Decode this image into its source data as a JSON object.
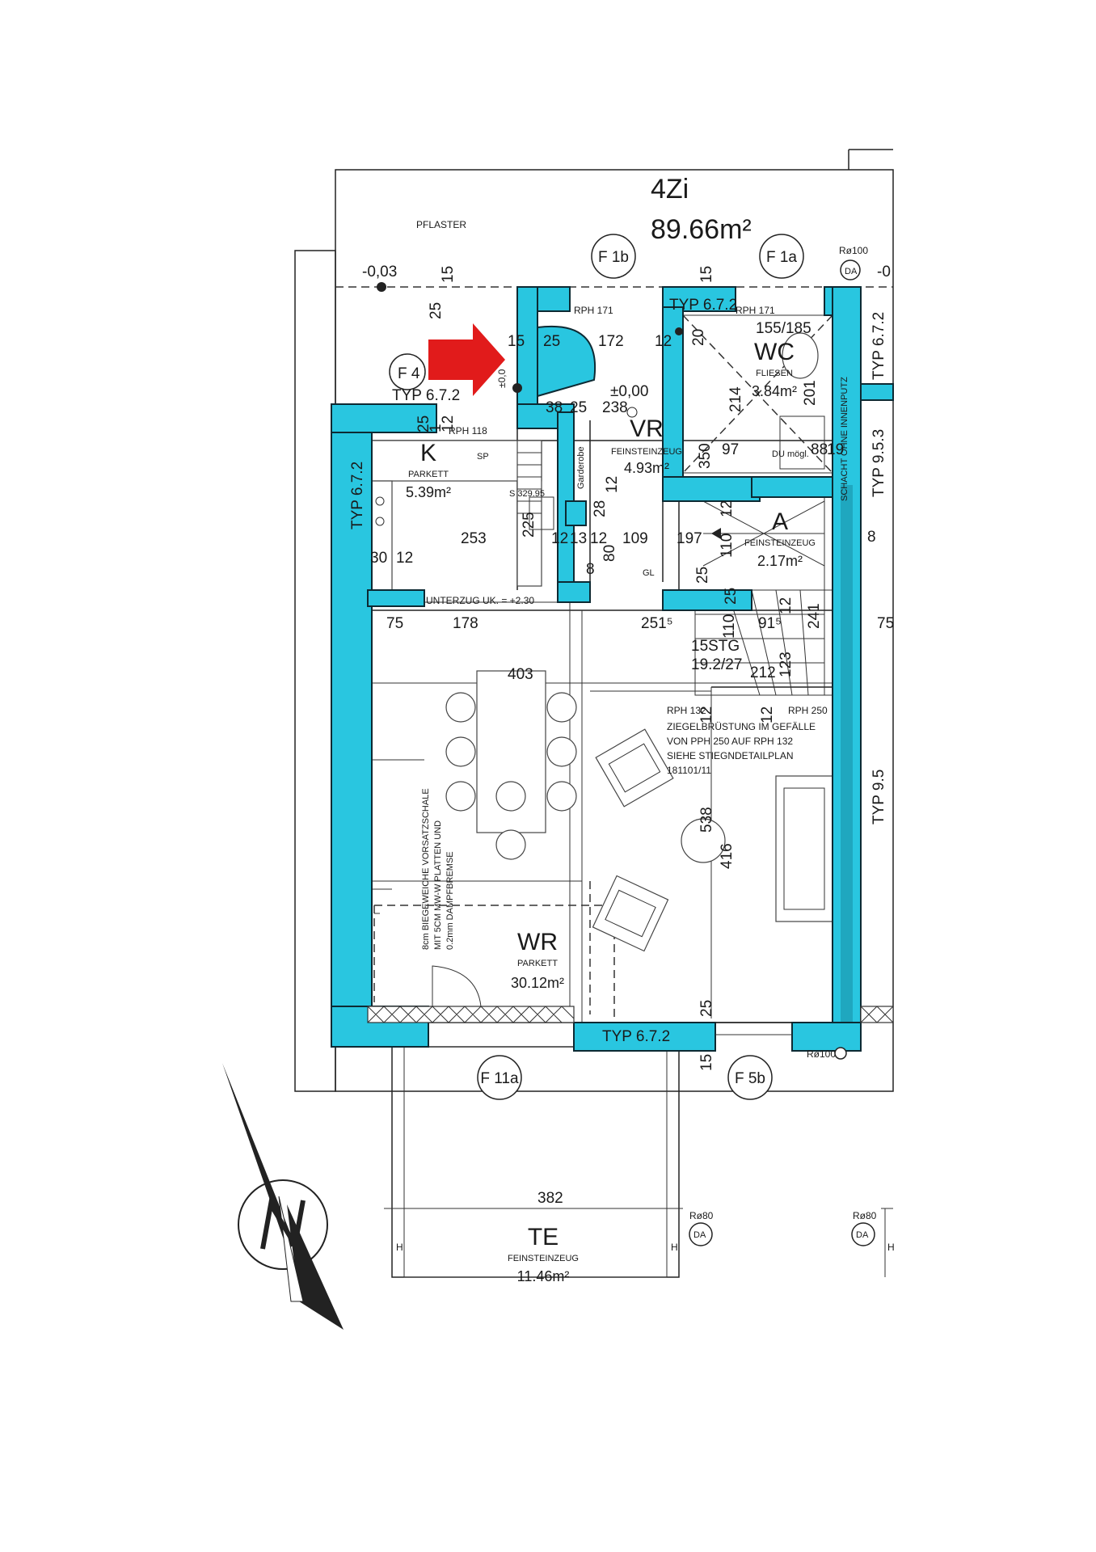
{
  "unit": {
    "name": "4Zi",
    "area": "89.66m²"
  },
  "surroundings": {
    "paving": "PFLASTER"
  },
  "rooms": {
    "vr": {
      "name": "VR",
      "floor": "FEINSTEINZEUG",
      "area": "4.93m²"
    },
    "wc": {
      "name": "WC",
      "floor": "FLIESEN",
      "area": "3.84m²"
    },
    "k": {
      "name": "K",
      "floor": "PARKETT",
      "area": "5.39m²"
    },
    "a": {
      "name": "A",
      "floor": "FEINSTEINZEUG",
      "area": "2.17m²"
    },
    "wr": {
      "name": "WR",
      "floor": "PARKETT",
      "area": "30.12m²"
    },
    "te": {
      "name": "TE",
      "floor": "FEINSTEINZEUG",
      "area": "11.46m²"
    }
  },
  "windows": {
    "f1b": "F 1b",
    "f1a": "F 1a",
    "f4": "F 4",
    "f11a": "F 11a",
    "f5b": "F 5b"
  },
  "wall_types": {
    "top_left": "TYP 6.7.2",
    "top_mid": "TYP 6.7.2",
    "left": "TYP 6.7.2",
    "right_top": "TYP 6.7.2",
    "right_mid": "TYP 9.5.3",
    "right_low": "TYP 9.5",
    "bottom": "TYP 6.7.2"
  },
  "levels": {
    "outside": "-0,03",
    "outside_right": "-0",
    "entry": "±0,00",
    "entry_step": "±0,0"
  },
  "drains": {
    "r100_top": "Rø100",
    "r100_bottom": "Rø100",
    "r80_left": "Rø80",
    "r80_right": "Rø80",
    "da": "DA"
  },
  "annotations": {
    "rph171_a": "RPH 171",
    "rph171_b": "RPH 171",
    "rph118": "RPH 118",
    "rph132": "RPH 132",
    "rph250": "RPH 250",
    "garderobe": "Garderobe",
    "sp": "SP",
    "s_height": "S 329.95",
    "unterzug": "UNTERZUG UK. = +2.30",
    "stairs_count": "15STG",
    "stairs_ratio": "19.2/27",
    "shaft_note": "SCHACHT OHNE INNENPUTZ",
    "shower_note": "DU mögl.",
    "gl": "GL",
    "wc_dim": "155/185",
    "brustung": [
      "ZIEGELBRÜSTUNG IM GEFÄLLE",
      "VON PPH 250 AUF RPH 132",
      "SIEHE STIEGNDETAILPLAN",
      "181101/11"
    ],
    "vorsatz": [
      "8cm BIEGEWEICHE VORSATZSCHALE",
      "MIT 5CM MW-W PLATTEN UND",
      "0.2mm DAMPFBREMSE"
    ],
    "h_left": "H",
    "h_right": "H",
    "h_far": "H"
  },
  "dimensions": {
    "d25_top": "25",
    "d15_top": "15",
    "d15_top2": "15",
    "d15_entry": "15",
    "d25_entry": "25",
    "d172": "172",
    "d12_wc": "12",
    "d20": "20",
    "d38": "38",
    "d25_b": "25",
    "d238": "238",
    "d214": "214",
    "d201": "201",
    "d97": "97",
    "d88": "88",
    "d19": "19",
    "d350": "350",
    "d251_a": "25",
    "d1_a": "1",
    "d12_a": "12",
    "d225": "225",
    "d253": "253",
    "d30": "30",
    "d12_k": "12",
    "d12_b": "12",
    "d13": "13",
    "d12_c": "12",
    "d109": "109",
    "d28": "28",
    "d12_d": "12",
    "d80": "80",
    "d8": "8",
    "d197": "197",
    "d12_e": "12",
    "d110": "110",
    "d8_r": "8",
    "d75": "75",
    "d178": "178",
    "d2515": "251⁵",
    "d25_s": "25",
    "d25_s2": "25",
    "d91": "91⁵",
    "d12_s": "12",
    "d110_s": "110",
    "d241": "241",
    "d212": "212",
    "d123": "123",
    "d403": "403",
    "d12_l": "12",
    "d12_l2": "12",
    "d538": "538",
    "d416": "416",
    "d25_bot": "25",
    "d15_bot": "15",
    "d382": "382",
    "d75_r": "75"
  }
}
